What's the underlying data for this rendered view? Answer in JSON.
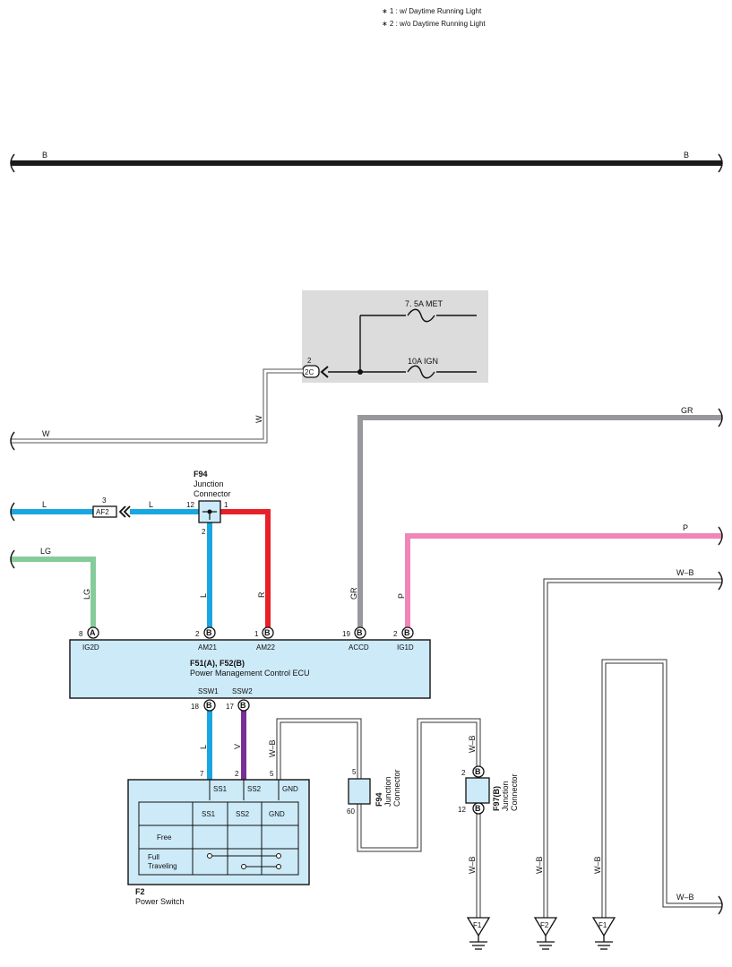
{
  "notes": [
    "∗ 1 : w/ Daytime Running Light",
    "∗ 2 : w/o Daytime Running Light"
  ],
  "wires": {
    "b_left": "B",
    "b_right": "B",
    "w_h": "W",
    "w_v": "W",
    "gr_h": "GR",
    "gr_v": "GR",
    "p_h": "P",
    "p_v": "P",
    "l_left": "L",
    "l_mid": "L",
    "lg_h": "LG",
    "lg_v": "LG",
    "l_am21": "L",
    "r_am22": "R",
    "wb_right_top": "W–B",
    "wb_right_bottom": "W–B",
    "wb_v_f2": "W–B",
    "wb_v_f1b": "W–B",
    "wb_gnd": "W–B",
    "wb_f97_top": "W–B",
    "wb_f97_bottom": "W–B",
    "l_ssw1": "L",
    "v_ssw2": "V"
  },
  "fuse_box": {
    "fuse1": "7. 5A MET",
    "fuse2": "10A IGN",
    "connector": "2C",
    "pin": "2"
  },
  "af2": {
    "label": "AF2",
    "pin": "3"
  },
  "f94_top": {
    "id": "F94",
    "line1": "Junction",
    "line2": "Connector",
    "pin_left": "12",
    "pin_right": "1",
    "pin_bottom": "2"
  },
  "ecu": {
    "title": "F51(A), F52(B)",
    "subtitle": "Power Management Control ECU",
    "pins_top": [
      {
        "num": "8",
        "conn": "A",
        "name": "IG2D"
      },
      {
        "num": "2",
        "conn": "B",
        "name": "AM21"
      },
      {
        "num": "1",
        "conn": "B",
        "name": "AM22"
      },
      {
        "num": "19",
        "conn": "B",
        "name": "ACCD"
      },
      {
        "num": "2",
        "conn": "B",
        "name": "IG1D"
      }
    ],
    "pins_bottom": [
      {
        "num": "18",
        "conn": "B",
        "name": "SSW1"
      },
      {
        "num": "17",
        "conn": "B",
        "name": "SSW2"
      }
    ]
  },
  "f2": {
    "id": "F2",
    "name": "Power Switch",
    "pins": [
      "7",
      "2",
      "5"
    ],
    "terminals": [
      "SS1",
      "SS2",
      "GND"
    ],
    "table_headers": [
      "SS1",
      "SS2",
      "GND"
    ],
    "rows": [
      "Free",
      "Full",
      "Traveling"
    ]
  },
  "f94_bottom": {
    "id": "F94",
    "line1": "Junction",
    "line2": "Connector",
    "pin_top": "5",
    "pin_bottom": "60"
  },
  "f97": {
    "id": "F97(B)",
    "line1": "Junction",
    "line2": "Connector",
    "pin_top": "2",
    "pin_bottom": "12",
    "conn": "B"
  },
  "grounds": [
    "F1",
    "F2",
    "F1"
  ],
  "colors": {
    "black": "#1a1a1a",
    "blue": "#18a7e0",
    "red": "#e8202a",
    "gray": "#98989c",
    "pink": "#ef86b8",
    "green": "#86cc9a",
    "purple": "#7a2f96",
    "panel": "#cdeaf8",
    "fusebox": "#dcdcdc"
  }
}
